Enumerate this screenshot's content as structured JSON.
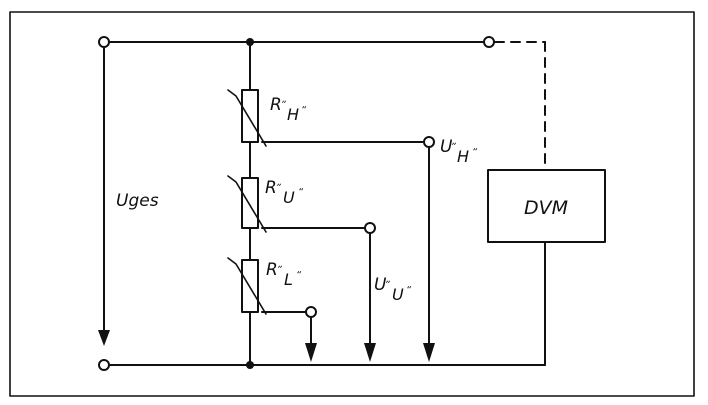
{
  "resistors": {
    "high": {
      "symbol": "R",
      "mark_open": "„",
      "letter": "H",
      "mark_close": "“"
    },
    "upper": {
      "symbol": "R",
      "mark_open": "„",
      "letter": "U",
      "mark_close": "“"
    },
    "low": {
      "symbol": "R",
      "mark_open": "„",
      "letter": "L",
      "mark_close": "“"
    }
  },
  "voltages": {
    "total": "Uges",
    "high": {
      "symbol": "U",
      "mark_open": "„",
      "letter": "H",
      "mark_close": "“"
    },
    "upper": {
      "symbol": "U",
      "mark_open": "„",
      "letter": "U",
      "mark_close": "“"
    }
  },
  "meter": {
    "label": "DVM"
  }
}
